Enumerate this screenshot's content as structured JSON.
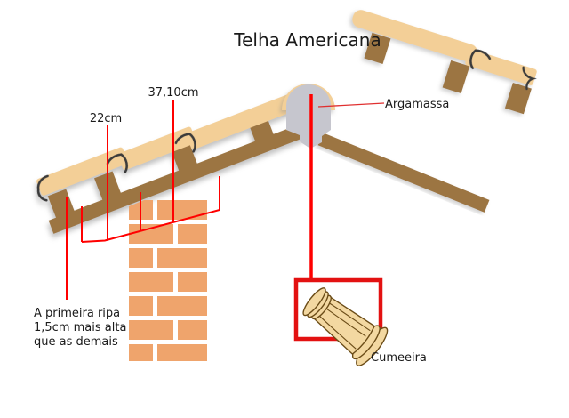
{
  "title": "Telha Americana",
  "dimensions": {
    "batten_spacing_first": "22cm",
    "batten_spacing_rest": "37,10cm"
  },
  "labels": {
    "mortar": "Argamassa",
    "ridge_tile": "Cumeeira"
  },
  "note": {
    "line1": "A primeira ripa",
    "line2": "1,5cm mais alta",
    "line3": "que as demais"
  },
  "colors": {
    "tile_tan": "#F3CF97",
    "ridge_tile_tan": "#F3D8A1",
    "wood_brown": "#9C7443",
    "brick_orange": "#EFA46C",
    "mortar_gray": "#C6C6CE",
    "dimension_red": "#FF0000",
    "detail_box_red": "#E31111",
    "outline_dark": "#6B4C17",
    "text": "#1A1A1A",
    "background": "#FFFFFF"
  }
}
